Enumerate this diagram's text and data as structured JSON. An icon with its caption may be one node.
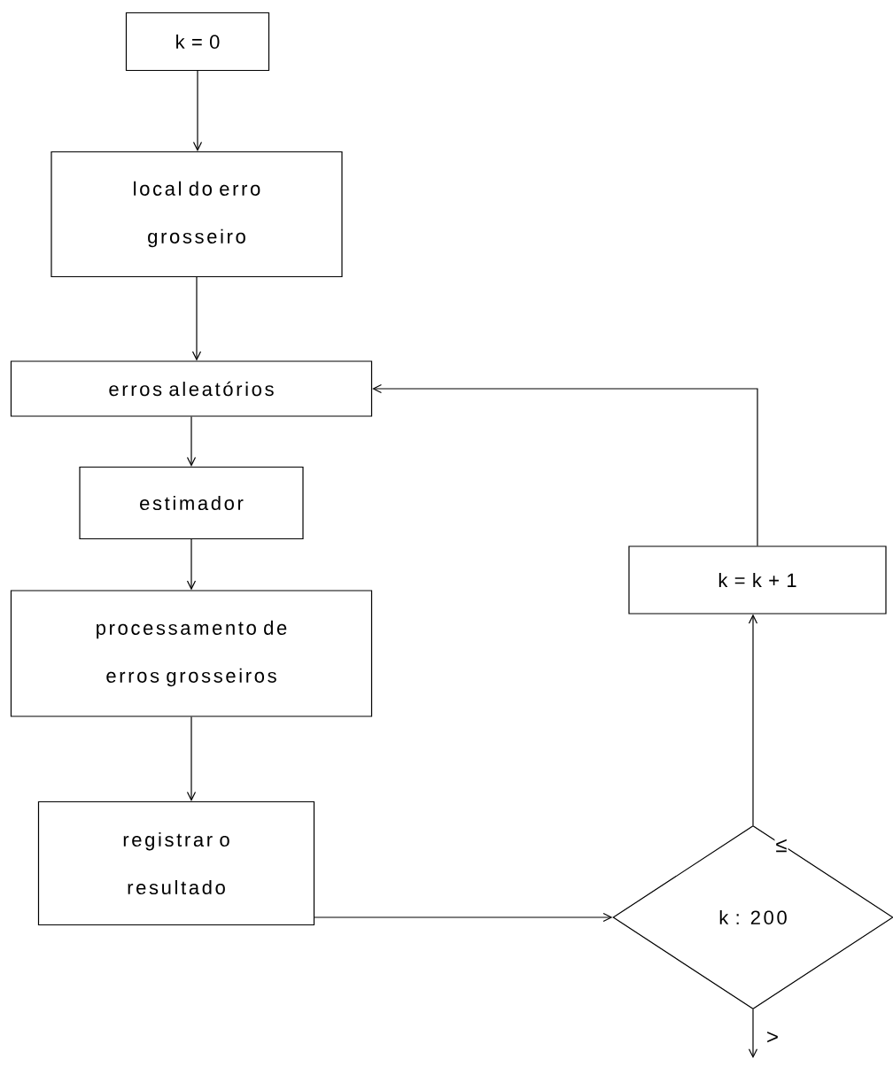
{
  "diagram": {
    "nodes": [
      {
        "text": [
          "k = 0"
        ]
      },
      {
        "text": [
          "local do erro grosseiro"
        ]
      },
      {
        "text": [
          "erros aleatórios"
        ]
      },
      {
        "text": [
          "estimador"
        ]
      },
      {
        "text": [
          "processamento de erros grosseiros"
        ]
      },
      {
        "text": [
          "registrar o resultado"
        ]
      },
      {
        "text": [
          "k : 200"
        ]
      },
      {
        "text": [
          "k = k + 1"
        ]
      }
    ],
    "edges": [
      {
        "from": 0,
        "to": 1,
        "arrow": "to"
      },
      {
        "from": 1,
        "to": 2,
        "arrow": "to"
      },
      {
        "from": 2,
        "to": 3,
        "arrow": "to"
      },
      {
        "from": 3,
        "to": 4,
        "arrow": "to"
      },
      {
        "from": 4,
        "to": 5,
        "arrow": "to"
      },
      {
        "from": 5,
        "to": 6,
        "arrow": "to"
      },
      {
        "from": 6,
        "to": 7,
        "arrow": "to",
        "label": "≤"
      },
      {
        "from": 7,
        "to": 2,
        "arrow": "to"
      },
      {
        "from": 6,
        "to": null,
        "arrow": "to",
        "label": ">"
      }
    ]
  }
}
